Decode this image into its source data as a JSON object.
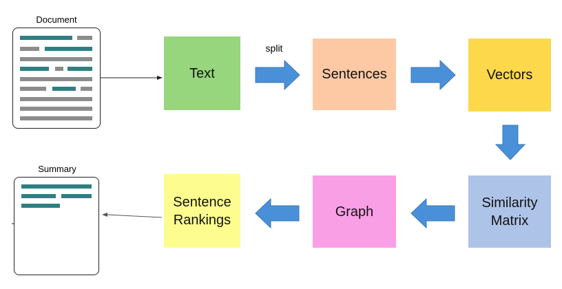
{
  "document_label": "Document",
  "summary_label": "Summary",
  "split_label": "split",
  "colors": {
    "text": "#97d67c",
    "sentences": "#fdc9a4",
    "vectors": "#fdd84a",
    "similarity": "#aec3e8",
    "graph": "#f99fe6",
    "rankings": "#fdfd8f",
    "arrow": "#4a90d9",
    "teal_line": "#2e7f82",
    "gray_line": "#8c8c8c"
  },
  "nodes": {
    "text": {
      "label": "Text"
    },
    "sentences": {
      "label": "Sentences"
    },
    "vectors": {
      "label": "Vectors"
    },
    "similarity": {
      "line1": "Similarity",
      "line2": "Matrix"
    },
    "graph": {
      "label": "Graph"
    },
    "rankings": {
      "line1": "Sentence",
      "line2": "Rankings"
    }
  }
}
